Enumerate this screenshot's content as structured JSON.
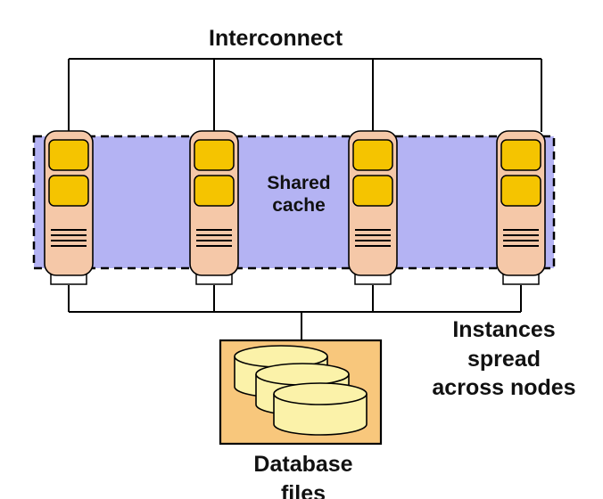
{
  "title": "Interconnect",
  "shared_cache": {
    "line1": "Shared",
    "line2": "cache"
  },
  "instances_note": {
    "line1": "Instances",
    "line2": "spread",
    "line3": "across nodes"
  },
  "database": {
    "line1": "Database",
    "line2": "files"
  },
  "node_count": 4,
  "disk_count": 3,
  "colors": {
    "cache_fill": "#b4b3f3",
    "node_fill": "#f5c8a8",
    "node_slot": "#f5c400",
    "db_box": "#f8c77c",
    "db_disk": "#fbf2a9",
    "line": "#000000"
  }
}
